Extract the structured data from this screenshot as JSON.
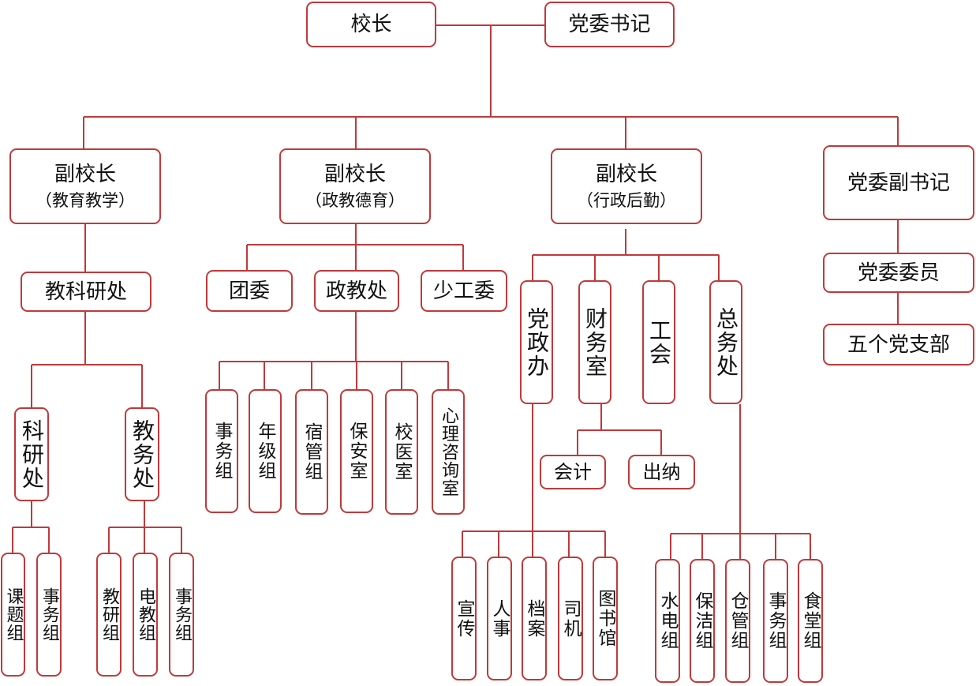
{
  "top": {
    "principal": "校长",
    "secretary": "党委书记"
  },
  "level1": [
    {
      "title": "副校长",
      "sub": "（教育教学）"
    },
    {
      "title": "副校长",
      "sub": "（政教德育）"
    },
    {
      "title": "副校长",
      "sub": "（行政后勤）"
    },
    {
      "title": "党委副书记",
      "sub": ""
    }
  ],
  "teaching": {
    "office": "教科研处",
    "sci": {
      "name": "科研处",
      "groups": [
        "课题组",
        "事务组"
      ]
    },
    "edu": {
      "name": "教务处",
      "groups": [
        "教研组",
        "电教组",
        "事务组"
      ]
    }
  },
  "moral": {
    "units": [
      "团委",
      "政教处",
      "少工委"
    ],
    "groups": [
      "事务组",
      "年级组",
      "宿管组",
      "保安室",
      "校医室",
      "心理咨询室"
    ]
  },
  "admin": {
    "units": [
      "党政办",
      "财务室",
      "工会",
      "总务处"
    ],
    "finance_groups": [
      "会计",
      "出纳"
    ],
    "office_groups": [
      "宣传",
      "人事",
      "档案",
      "司机",
      "图书馆"
    ],
    "general_groups": [
      "水电组",
      "保洁组",
      "仓管组",
      "事务组",
      "食堂组"
    ]
  },
  "party": {
    "members": "党委委员",
    "branches": "五个党支部"
  },
  "colors": {
    "line": "#c0393b",
    "border": "#c0393b"
  }
}
